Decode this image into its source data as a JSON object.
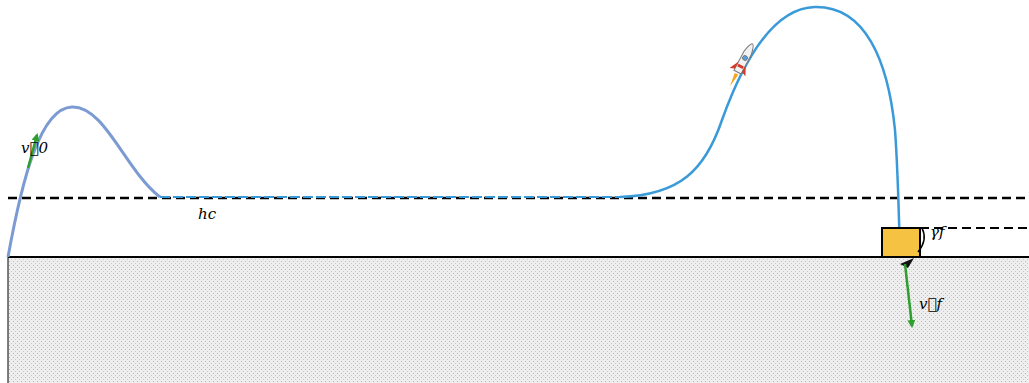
{
  "diagram": {
    "labels": [
      "v⃗0",
      "hc",
      "γf",
      "v⃗f"
    ]
  }
}
